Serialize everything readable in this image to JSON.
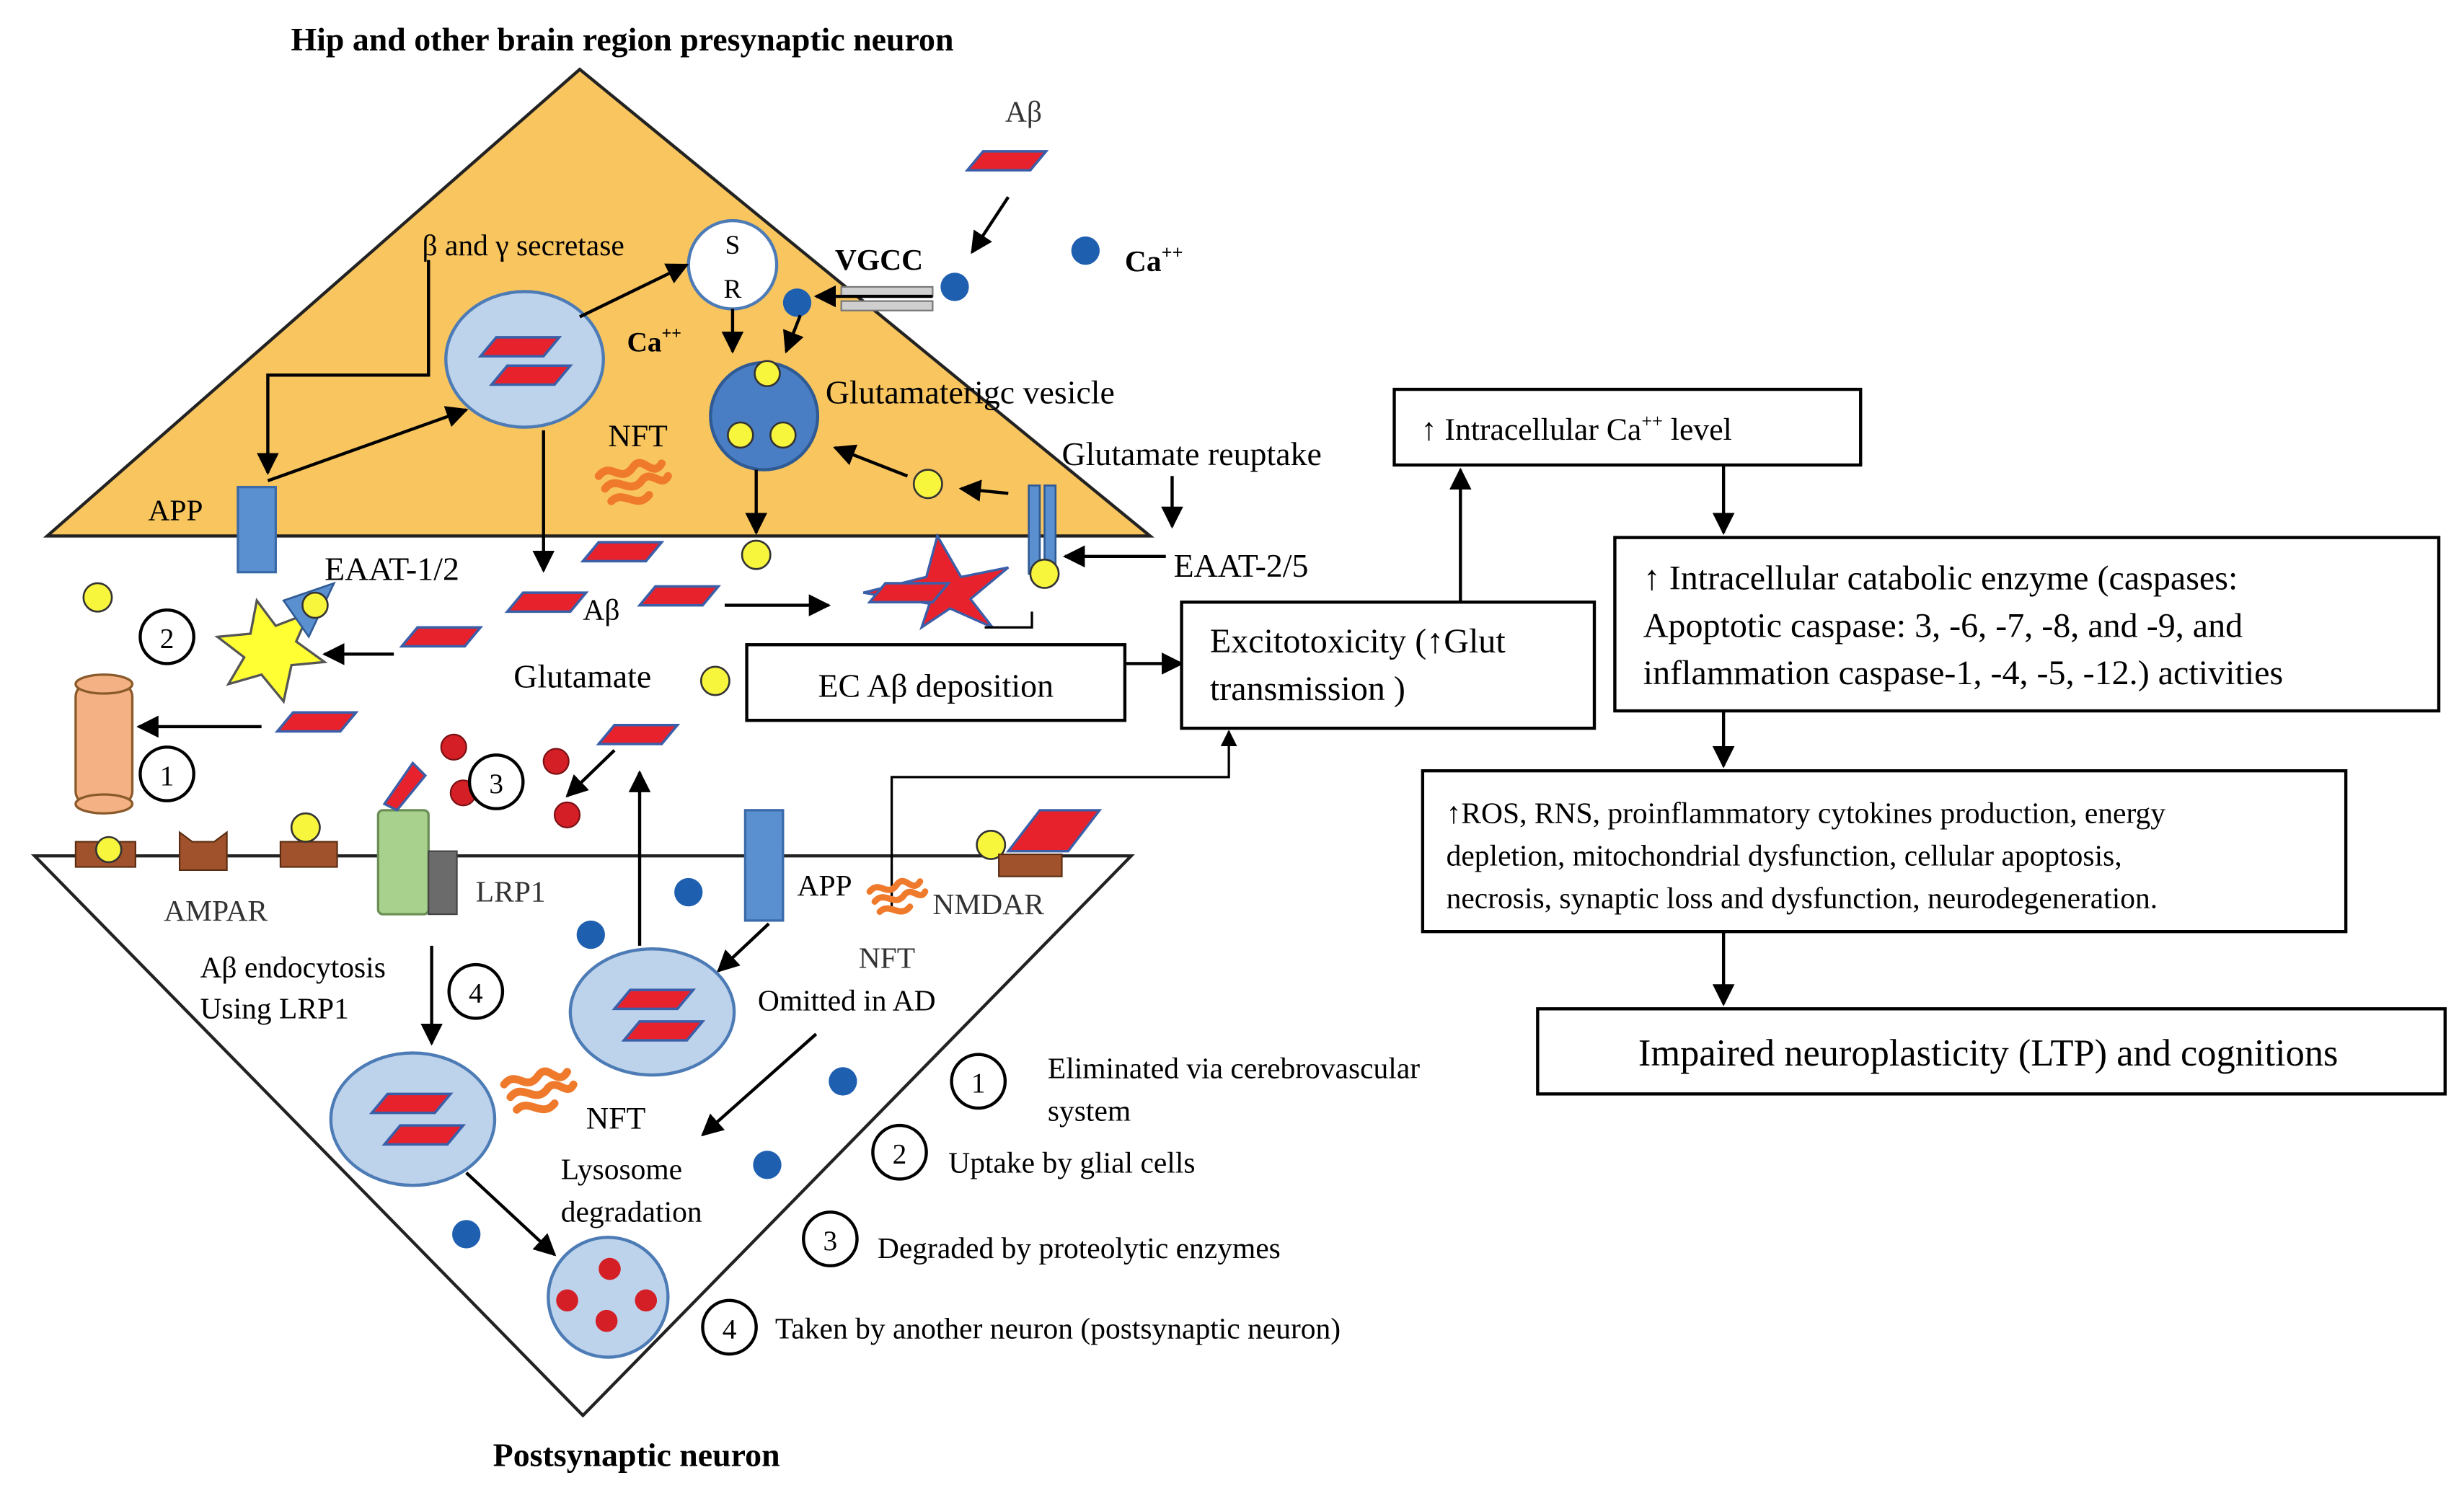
{
  "colors": {
    "presynaptic_fill": "#f9c55f",
    "vesicle_blue": "#4a7ec4",
    "organelle_fill": "#bdd3ec",
    "organelle_stroke": "#4d7bb5",
    "abeta_red": "#e8222d",
    "abeta_blue": "#3a5fa8",
    "glutamate_yellow": "#f7f53c",
    "calcium_blue": "#1f5fb0",
    "nft_orange": "#ef7a2c",
    "app_blue": "#5a8fd0",
    "lrp_green": "#a9d18e",
    "receptor_brown": "#a0522d",
    "eaat_yellow": "#ffff33",
    "channel_tan": "#f4b183"
  },
  "labels": {
    "presynaptic_title": "Hip and other brain region presynaptic neuron",
    "postsynaptic_title": "Postsynaptic neuron",
    "abeta_top": "Aβ",
    "ca_outside": "Ca",
    "ca_outside_sup": "++",
    "vgcc": "VGCC",
    "secretase": "β and γ secretase",
    "sr_s": "S",
    "sr_r": "R",
    "ca_inside": "Ca",
    "ca_inside_sup": "++",
    "glutamatergic_vesicle": "Glutamaterigc vesicle",
    "nft_pre": "NFT",
    "app_pre": "APP",
    "glutamate_reuptake": "Glutamate reuptake",
    "eaat12": "EAAT-1/2",
    "eaat25": "EAAT-2/5",
    "abeta_cleft": "Aβ",
    "glutamate": "Glutamate",
    "ec_deposition": "EC Aβ deposition",
    "ampar": "AMPAR",
    "lrp1": "LRP1",
    "app_post": "APP",
    "nmdar": "NMDAR",
    "nft_post": "NFT",
    "omitted": "Omitted in AD",
    "endocytosis_1": "Aβ endocytosis",
    "endocytosis_2": "Using LRP1",
    "nft_post2": "NFT",
    "lysosome_1": "Lysosome",
    "lysosome_2": "degradation"
  },
  "numbered_markers": [
    "1",
    "2",
    "3",
    "4"
  ],
  "legend": [
    {
      "num": "1",
      "text_line1": "Eliminated via cerebrovascular",
      "text_line2": "system"
    },
    {
      "num": "2",
      "text_line1": "Uptake by glial cells",
      "text_line2": ""
    },
    {
      "num": "3",
      "text_line1": "Degraded by proteolytic enzymes",
      "text_line2": ""
    },
    {
      "num": "4",
      "text_line1": "Taken by another neuron (postsynaptic neuron)",
      "text_line2": ""
    }
  ],
  "flow": {
    "excitotoxicity_1": "Excitotoxicity (↑Glut",
    "excitotoxicity_2": "transmission )",
    "intracellular_ca": "↑ Intracellular Ca",
    "intracellular_ca_sup": "++",
    "intracellular_ca_tail": " level",
    "catabolic_1": "↑ Intracellular catabolic enzyme (caspases:",
    "catabolic_2": "Apoptotic caspase: 3, -6, -7, -8, and -9, and",
    "catabolic_3": "inflammation caspase-1, -4, -5, -12.) activities",
    "ros_1": "↑ROS, RNS, proinflammatory cytokines production, energy",
    "ros_2": "depletion, mitochondrial dysfunction, cellular apoptosis,",
    "ros_3": "necrosis, synaptic loss and dysfunction, neurodegeneration.",
    "impaired": "Impaired neuroplasticity (LTP) and cognitions"
  }
}
